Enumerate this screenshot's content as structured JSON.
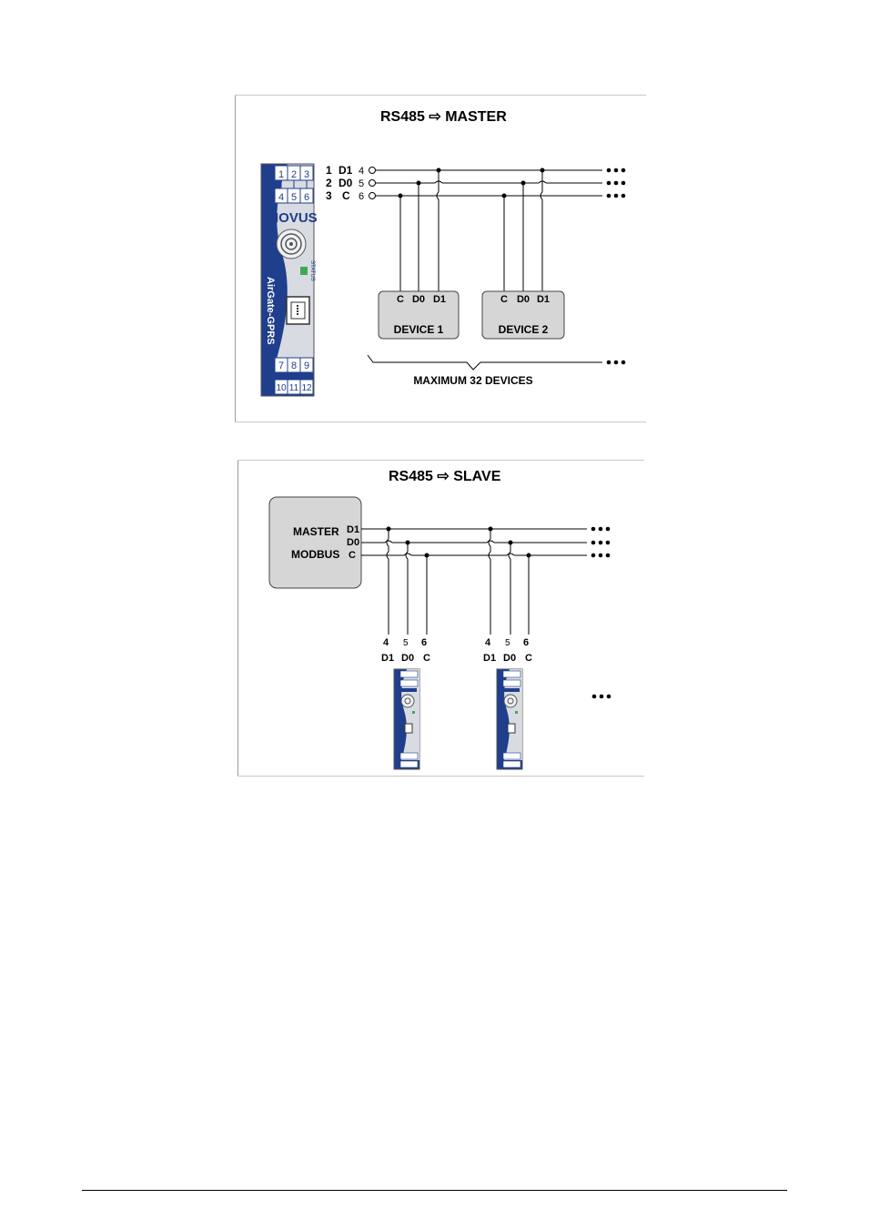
{
  "master_diagram": {
    "title": "RS485 ⇨ MASTER",
    "terminals": [
      {
        "num": "1",
        "label": "D1",
        "pin": "4"
      },
      {
        "num": "2",
        "label": "D0",
        "pin": "5"
      },
      {
        "num": "3",
        "label": "C",
        "pin": "6"
      }
    ],
    "module": {
      "top_terminals": [
        "1",
        "2",
        "3",
        "4",
        "5",
        "6"
      ],
      "bottom_terminals": [
        "7",
        "8",
        "9",
        "10",
        "11",
        "12"
      ],
      "brand": "NOVUS",
      "status_label": "STATUS",
      "model": "AirGate-GPRS"
    },
    "devices": [
      {
        "pins": [
          "C",
          "D0",
          "D1"
        ],
        "name": "DEVICE 1"
      },
      {
        "pins": [
          "C",
          "D0",
          "D1"
        ],
        "name": "DEVICE 2"
      }
    ],
    "max_label": "MAXIMUM 32 DEVICES",
    "ellipsis": "•••"
  },
  "slave_diagram": {
    "title": "RS485 ⇨ SLAVE",
    "master_box": {
      "line1": "MASTER",
      "line2": "MODBUS"
    },
    "bus_labels": [
      "D1",
      "D0",
      "C"
    ],
    "slaves": [
      {
        "pins": [
          "4",
          "5",
          "6"
        ],
        "labels": [
          "D1",
          "D0",
          "C"
        ]
      },
      {
        "pins": [
          "4",
          "5",
          "6"
        ],
        "labels": [
          "D1",
          "D0",
          "C"
        ]
      }
    ],
    "ellipsis": "•••"
  },
  "colors": {
    "module_blue": "#1f3e8c",
    "module_grey": "#d9dbe2",
    "device_grey": "#d6d6d6",
    "status_green": "#3caa52"
  }
}
